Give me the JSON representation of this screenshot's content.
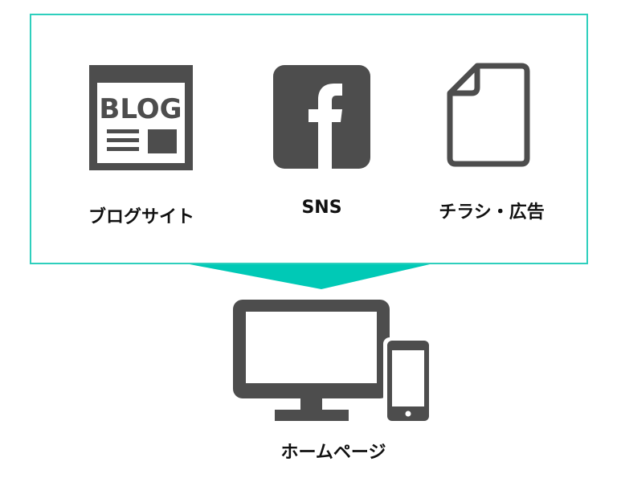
{
  "colors": {
    "frame_border": "#2ecfbd",
    "arrow": "#00c9b6",
    "icon": "#4d4d4d",
    "text": "#111111"
  },
  "sources": [
    {
      "icon": "blog-icon",
      "icon_text": "BLOG",
      "label": "ブログサイト"
    },
    {
      "icon": "facebook-icon",
      "icon_text": "f",
      "label": "SNS"
    },
    {
      "icon": "document-icon",
      "label": "チラシ・広告"
    }
  ],
  "target": {
    "icon": "desktop-smartphone-icon",
    "label": "ホームページ"
  }
}
